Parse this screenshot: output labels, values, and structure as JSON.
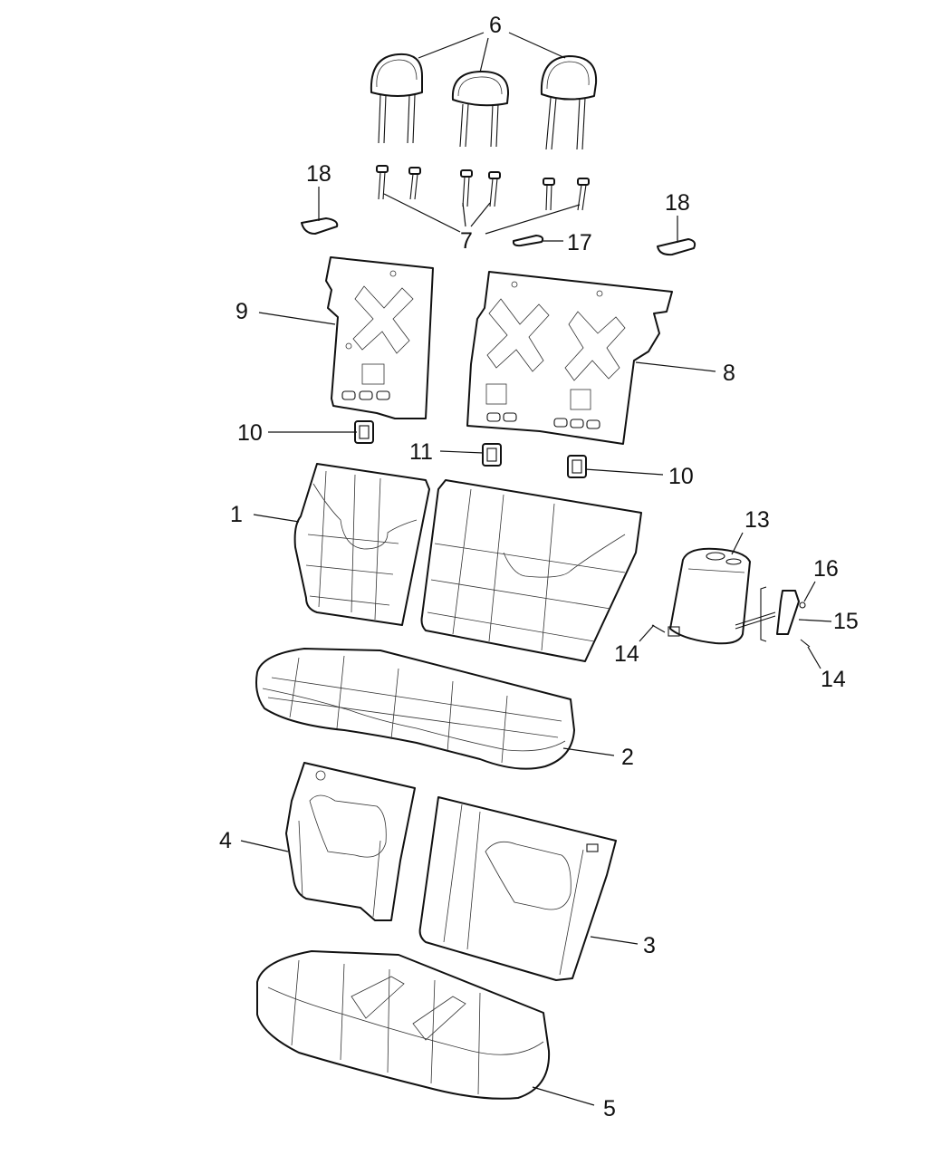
{
  "callouts": {
    "c1": "1",
    "c2": "2",
    "c3": "3",
    "c4": "4",
    "c5": "5",
    "c6": "6",
    "c7": "7",
    "c8": "8",
    "c9": "9",
    "c10a": "10",
    "c10b": "10",
    "c11": "11",
    "c13": "13",
    "c14a": "14",
    "c14b": "14",
    "c15": "15",
    "c16": "16",
    "c17": "17",
    "c18a": "18",
    "c18b": "18"
  },
  "colors": {
    "line": "#111111",
    "background": "#ffffff"
  }
}
